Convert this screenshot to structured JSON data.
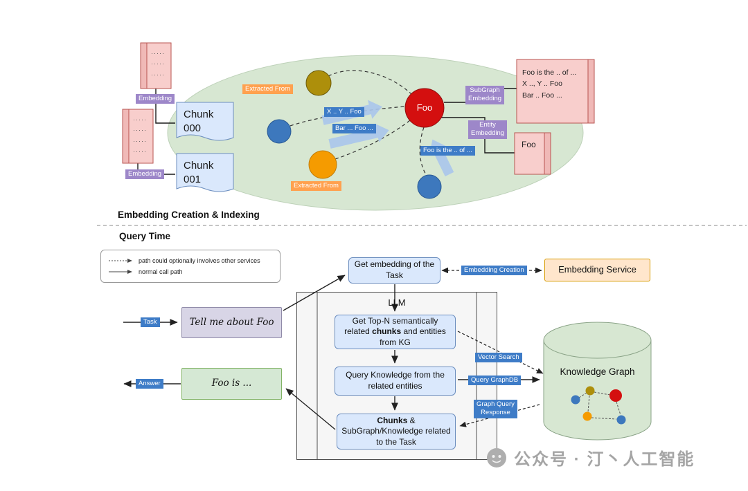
{
  "indexing": {
    "section_label": "Embedding Creation & Indexing",
    "left_doc_1_text": "·····\n·····\n·····",
    "left_doc_2_text": "·····\n·····\n·····\n·····",
    "embedding_badge_1": "Embedding",
    "embedding_badge_2": "Embedding",
    "chunk_1_label": "Chunk\n000",
    "chunk_2_label": "Chunk\n001",
    "extracted_from_badge_1": "Extracted From",
    "extracted_from_badge_2": "Extracted From",
    "relation_badge_xy": "X .. Y .. Foo",
    "relation_badge_bar": "Bar ... Foo ...",
    "relation_badge_foois": "Foo is the .. of ...",
    "subgraph_embedding_badge": "SubGraph\nEmbedding",
    "entity_embedding_badge": "Entity\nEmbedding",
    "foo_node_label": "Foo",
    "right_doc_text": "Foo is the .. of ...\nX .., Y .. Foo\nBar .. Foo ...",
    "right_doc_small_text": "Foo"
  },
  "query": {
    "section_label": "Query Time",
    "legend": {
      "dotted_label": "path could optionally involves other services",
      "solid_label": "normal call path"
    },
    "task_badge": "Task",
    "answer_badge": "Answer",
    "tell_me_box": "Tell me about Foo",
    "foo_is_box": "Foo is ...",
    "get_embedding_box": "Get embedding of the Task",
    "embedding_creation_badge": "Embedding Creation",
    "embedding_service_box": "Embedding Service",
    "llm": {
      "label": "LLM",
      "step1_pre": "Get Top-N semantically related ",
      "step1_bold": "chunks",
      "step1_post": " and entities from KG",
      "step2": "Query Knowledge from the related entities",
      "step3_bold": "Chunks",
      "step3_post": " & SubGraph/Knowledge related to the Task"
    },
    "vector_search_badge": "Vector Search",
    "query_graphdb_badge": "Query GraphDB",
    "graph_query_response_badge": "Graph Query\nResponse",
    "knowledge_graph_label": "Knowledge Graph"
  },
  "watermark": {
    "text": "公众号 · 汀丶人工智能"
  },
  "colors": {
    "badge_blue": "#3e7cc7",
    "badge_purple": "#9d87c9",
    "badge_orange": "#ffa14f",
    "node_red": "#d40f0f",
    "node_blue": "#3d78bd",
    "node_olive": "#ad8f0b",
    "node_orange": "#f59b00",
    "box_blue": "#dae8fc",
    "box_green": "#d5e8d4",
    "doc_pink": "#f8cecc",
    "service_tan": "#ffe6cc"
  }
}
